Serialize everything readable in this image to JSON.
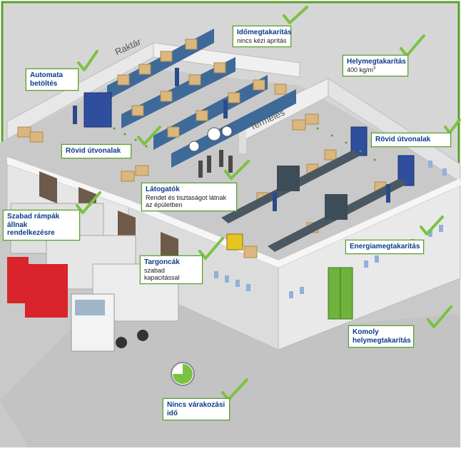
{
  "diagram": {
    "room_labels": {
      "warehouse": "Raktár",
      "production": "Termelés"
    },
    "callouts": {
      "auto_loading": {
        "title": "Automata betöltés"
      },
      "time_saving": {
        "title": "Időmegtakarítás",
        "sub": "nincs kézi aprítás"
      },
      "space_saving": {
        "title": "Helymegtakarítás",
        "sub": "400 kg/m",
        "sup": "3"
      },
      "short_routes_1": {
        "title": "Rövid útvonalak"
      },
      "short_routes_2": {
        "title": "Rövid útvonalak"
      },
      "visitors": {
        "title": "Látogatók",
        "sub": "Rendet és tisztaságot látnak az épületben"
      },
      "free_ramps": {
        "title": "Szabad rámpák állnak rendelkezésre"
      },
      "forklifts": {
        "title": "Targoncák",
        "sub": "szabad kapacitással"
      },
      "energy_saving": {
        "title": "Energiamegtakarítás"
      },
      "big_space": {
        "title": "Komoly helymegtakarítás"
      },
      "no_waiting": {
        "title": "Nincs várakozási idő"
      }
    },
    "colors": {
      "frame": "#5aa02c",
      "checkmark": "#7cc242",
      "title_text": "#0d3b8c",
      "floor": "#c9c9c9",
      "wall": "#e7e7e7",
      "conveyor": "#4a5863",
      "baler": "#2f4f9e",
      "truck_red": "#d8242a",
      "boxes": "#d9b77e"
    }
  }
}
